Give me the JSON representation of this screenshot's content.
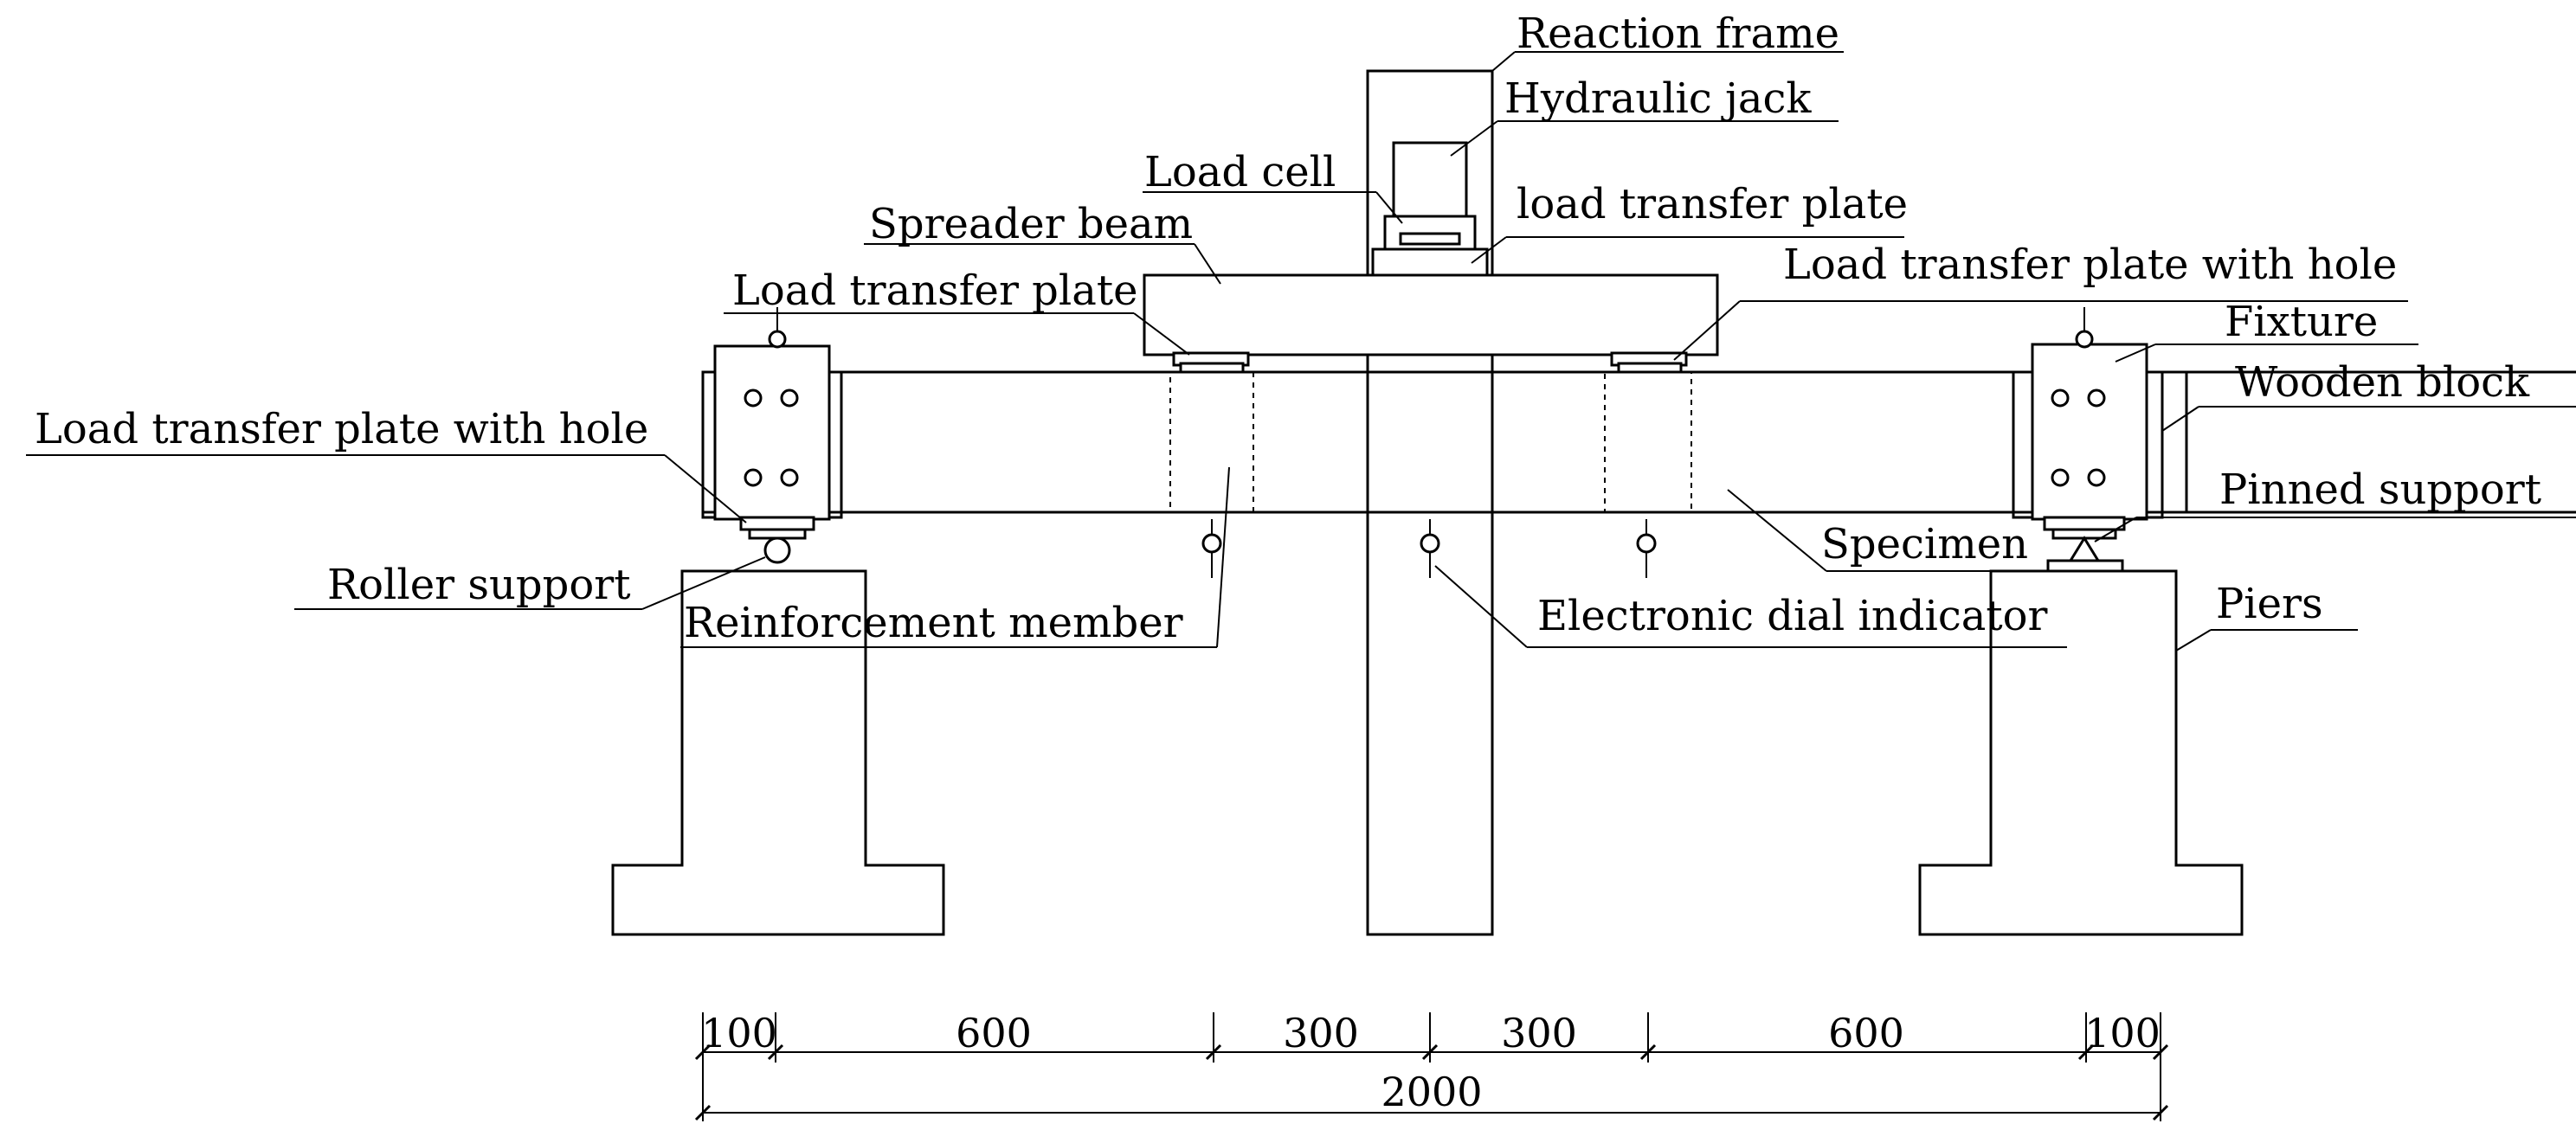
{
  "labels": {
    "reaction_frame": "Reaction frame",
    "hydraulic_jack": "Hydraulic jack",
    "load_cell": "Load cell",
    "load_transfer_plate_top": "load transfer plate",
    "spreader_beam": "Spreader beam",
    "load_transfer_plate_left": "Load transfer plate",
    "load_transfer_plate_hole_right": "Load transfer plate with hole",
    "fixture": "Fixture",
    "wooden_block": "Wooden block",
    "load_transfer_plate_hole_left": "Load transfer plate with hole",
    "pinned_support": "Pinned support",
    "specimen": "Specimen",
    "roller_support": "Roller support",
    "reinforcement_member": "Reinforcement member",
    "electronic_dial_indicator": "Electronic dial indicator",
    "piers": "Piers"
  },
  "dimensions": {
    "segments": [
      "100",
      "600",
      "300",
      "300",
      "600",
      "100"
    ],
    "total": "2000"
  }
}
